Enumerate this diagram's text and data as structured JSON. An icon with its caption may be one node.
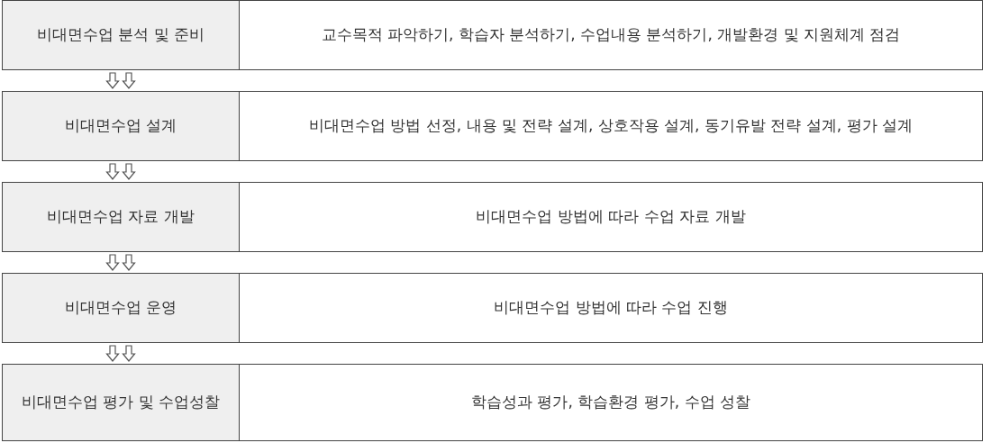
{
  "diagram": {
    "nodes": [
      {
        "text": [
          "비대면수업 분석 및 준비"
        ]
      },
      {
        "text": [
          "교수목적 파악하기, 학습자 분석하기, 수업내용 분석하기, 개발환경 및 지원체계 점검"
        ]
      },
      {
        "text": [
          "비대면수업 설계"
        ]
      },
      {
        "text": [
          "비대면수업 방법 선정, 내용 및 전략 설계, 상호작용 설계, 동기유발 전략 설계, 평가 설계"
        ]
      },
      {
        "text": [
          "비대면수업 자료 개발"
        ]
      },
      {
        "text": [
          "비대면수업 방법에 따라 수업 자료 개발"
        ]
      },
      {
        "text": [
          "비대면수업 운영"
        ]
      },
      {
        "text": [
          "비대면수업 방법에 따라 수업 진행"
        ]
      },
      {
        "text": [
          "비대면수업 평가 및 수업성찰"
        ]
      },
      {
        "text": [
          "학습성과 평가, 학습환경 평가, 수업 성찰"
        ]
      }
    ],
    "edges": [
      {
        "from": 0,
        "to": 2,
        "arrow": "to"
      },
      {
        "from": 0,
        "to": 2,
        "arrow": "to"
      },
      {
        "from": 2,
        "to": 4,
        "arrow": "to"
      },
      {
        "from": 2,
        "to": 4,
        "arrow": "to"
      },
      {
        "from": 4,
        "to": 6,
        "arrow": "to"
      },
      {
        "from": 4,
        "to": 6,
        "arrow": "to"
      },
      {
        "from": 6,
        "to": 8,
        "arrow": "to"
      },
      {
        "from": 6,
        "to": 8,
        "arrow": "to"
      }
    ]
  }
}
